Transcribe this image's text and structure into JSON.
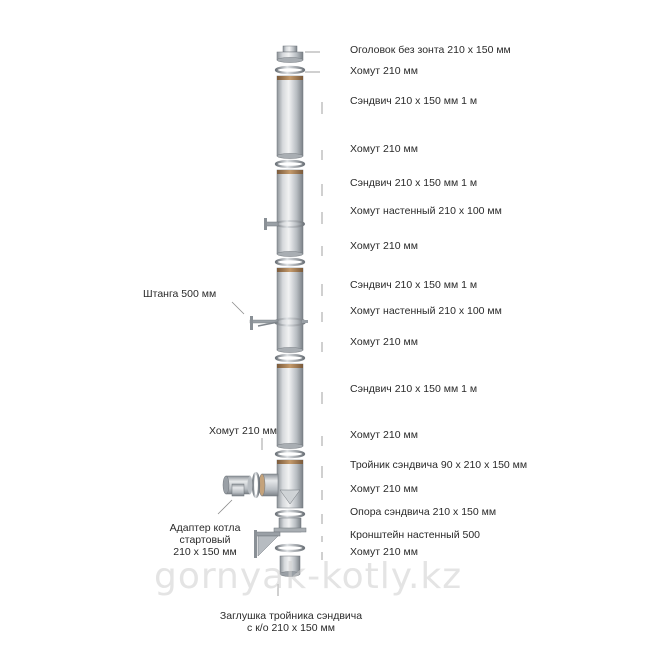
{
  "labels": {
    "cap": "Оголовок без зонта 210 х 150 мм",
    "clamp_1": "Хомут 210 мм",
    "sandwich_1": "Сэндвич 210 х 150 мм 1 м",
    "clamp_2": "Хомут 210 мм",
    "sandwich_2": "Сэндвич 210 х 150 мм 1 м",
    "wall_clamp_1": "Хомут настенный 210 х 100 мм",
    "clamp_3": "Хомут 210 мм",
    "sandwich_3": "Сэндвич 210 х 150 мм 1 м",
    "wall_clamp_2": "Хомут настенный 210 х 100 мм",
    "clamp_4": "Хомут 210 мм",
    "sandwich_4": "Сэндвич 210 х 150 мм 1 м",
    "clamp_5": "Хомут 210 мм",
    "tee": "Тройник сэндвича 90 х 210 х 150 мм",
    "clamp_6": "Хомут 210 мм",
    "support": "Опора сэндвича 210 х 150 мм",
    "wall_bracket": "Кронштейн настенный 500",
    "clamp_7": "Хомут 210 мм",
    "rod": "Штанга 500 мм",
    "clamp_left": "Хомут 210 мм",
    "adapter_line1": "Адаптер котла",
    "adapter_line2": "стартовый",
    "adapter_line3": "210 х 150 мм",
    "tee_plug_line1": "Заглушка тройника сэндвича",
    "tee_plug_line2": "с к/о 210 х 150 мм"
  },
  "watermark": "gornyak-kotly.kz",
  "colors": {
    "pipe_light": "#e4e6e8",
    "pipe_mid": "#b3b8bd",
    "pipe_dark": "#7e848a",
    "leader": "#8a8a8a",
    "text": "#2a2a2a"
  }
}
